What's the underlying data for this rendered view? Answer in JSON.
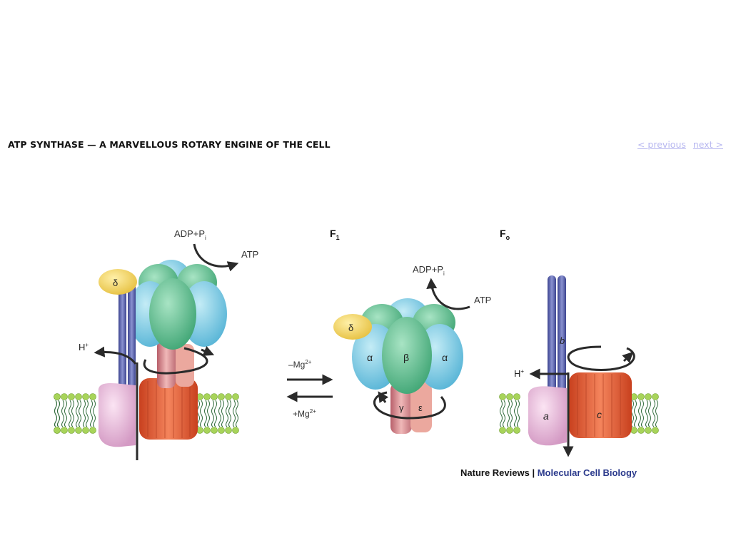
{
  "page": {
    "title": "ATP SYNTHASE — A MARVELLOUS ROTARY ENGINE OF THE CELL",
    "nav": {
      "previous": "< previous",
      "next": "next >"
    }
  },
  "figure": {
    "left_panel": {
      "substrate": "ADP+P",
      "substrate_sub": "i",
      "product": "ATP",
      "proton": "H",
      "proton_sup": "+",
      "subunit_delta": "δ"
    },
    "middle_panel": {
      "title": "F",
      "title_sub": "1",
      "minus_mg": "–Mg",
      "minus_mg_sup": "2+",
      "plus_mg": "+Mg",
      "plus_mg_sup": "2+",
      "substrate": "ADP+P",
      "substrate_sub": "i",
      "product": "ATP",
      "subunit_delta": "δ",
      "subunit_alpha_left": "α",
      "subunit_beta": "β",
      "subunit_alpha_right": "α",
      "subunit_gamma": "γ",
      "subunit_epsilon": "ε"
    },
    "right_panel": {
      "title": "F",
      "title_sub": "o",
      "proton": "H",
      "proton_sup": "+",
      "subunit_a": "a",
      "subunit_b": "b",
      "subunit_c": "c"
    },
    "credit": {
      "journal": "Nature Reviews",
      "separator": " | ",
      "section": "Molecular Cell Biology",
      "section_color": "#2b3a8c"
    }
  },
  "colors": {
    "alpha": "#7ec8e0",
    "beta": "#5db88a",
    "delta": "#f5d76e",
    "stalk": "#5a62a8",
    "gamma": "#e8a0a0",
    "c_ring": "#e8603a",
    "a_subunit": "#e6b8d8",
    "lipid_head": "#a8d45a",
    "arrow": "#2a2a2a"
  }
}
